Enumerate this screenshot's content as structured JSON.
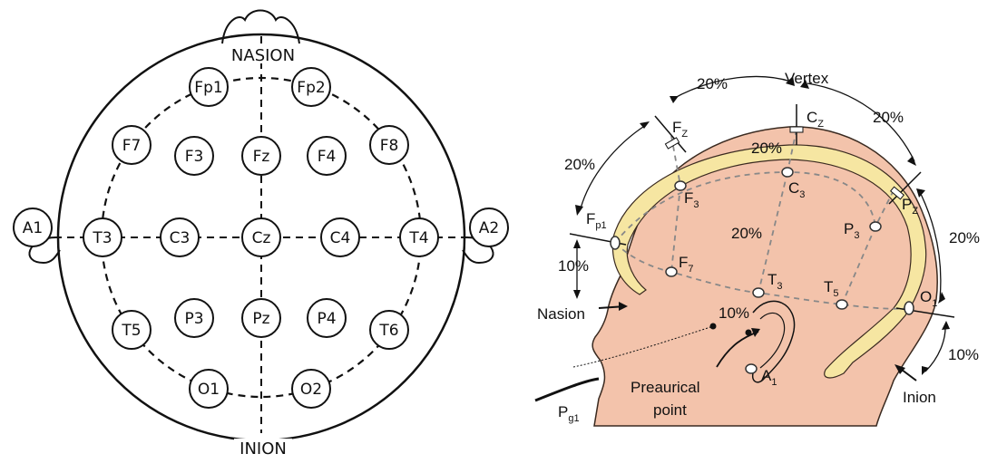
{
  "top_view": {
    "nasion": "NASION",
    "inion": "INION",
    "electrodes": {
      "fp1": "Fp1",
      "fp2": "Fp2",
      "f7": "F7",
      "f3": "F3",
      "fz": "Fz",
      "f4": "F4",
      "f8": "F8",
      "a1": "A1",
      "t3": "T3",
      "c3": "C3",
      "cz": "Cz",
      "c4": "C4",
      "t4": "T4",
      "a2": "A2",
      "t5": "T5",
      "p3": "P3",
      "pz": "Pz",
      "p4": "P4",
      "t6": "T6",
      "o1": "O1",
      "o2": "O2"
    }
  },
  "side_view": {
    "vertex": "Vertex",
    "nasion": "Nasion",
    "inion": "Inion",
    "preaurical_line1": "Preaurical",
    "preaurical_line2": "point",
    "pct20": "20%",
    "pct10": "10%",
    "electrodes": {
      "fz": {
        "base": "F",
        "sub": "Z"
      },
      "cz": {
        "base": "C",
        "sub": "Z"
      },
      "pz": {
        "base": "P",
        "sub": "Z"
      },
      "fp1": {
        "base": "F",
        "sub": "p1"
      },
      "f3": {
        "base": "F",
        "sub": "3"
      },
      "c3": {
        "base": "C",
        "sub": "3"
      },
      "p3": {
        "base": "P",
        "sub": "3"
      },
      "f7": {
        "base": "F",
        "sub": "7"
      },
      "t3": {
        "base": "T",
        "sub": "3"
      },
      "t5": {
        "base": "T",
        "sub": "5"
      },
      "o1": {
        "base": "O",
        "sub": "1"
      },
      "a1": {
        "base": "A",
        "sub": "1"
      },
      "pg1": {
        "base": "P",
        "sub": "g1"
      }
    }
  },
  "colors": {
    "skin": "#f3c3ab",
    "skin_outline": "#3a2a20",
    "brain_band": "#f6e6a2",
    "line": "#111111",
    "dash": "#888888"
  }
}
